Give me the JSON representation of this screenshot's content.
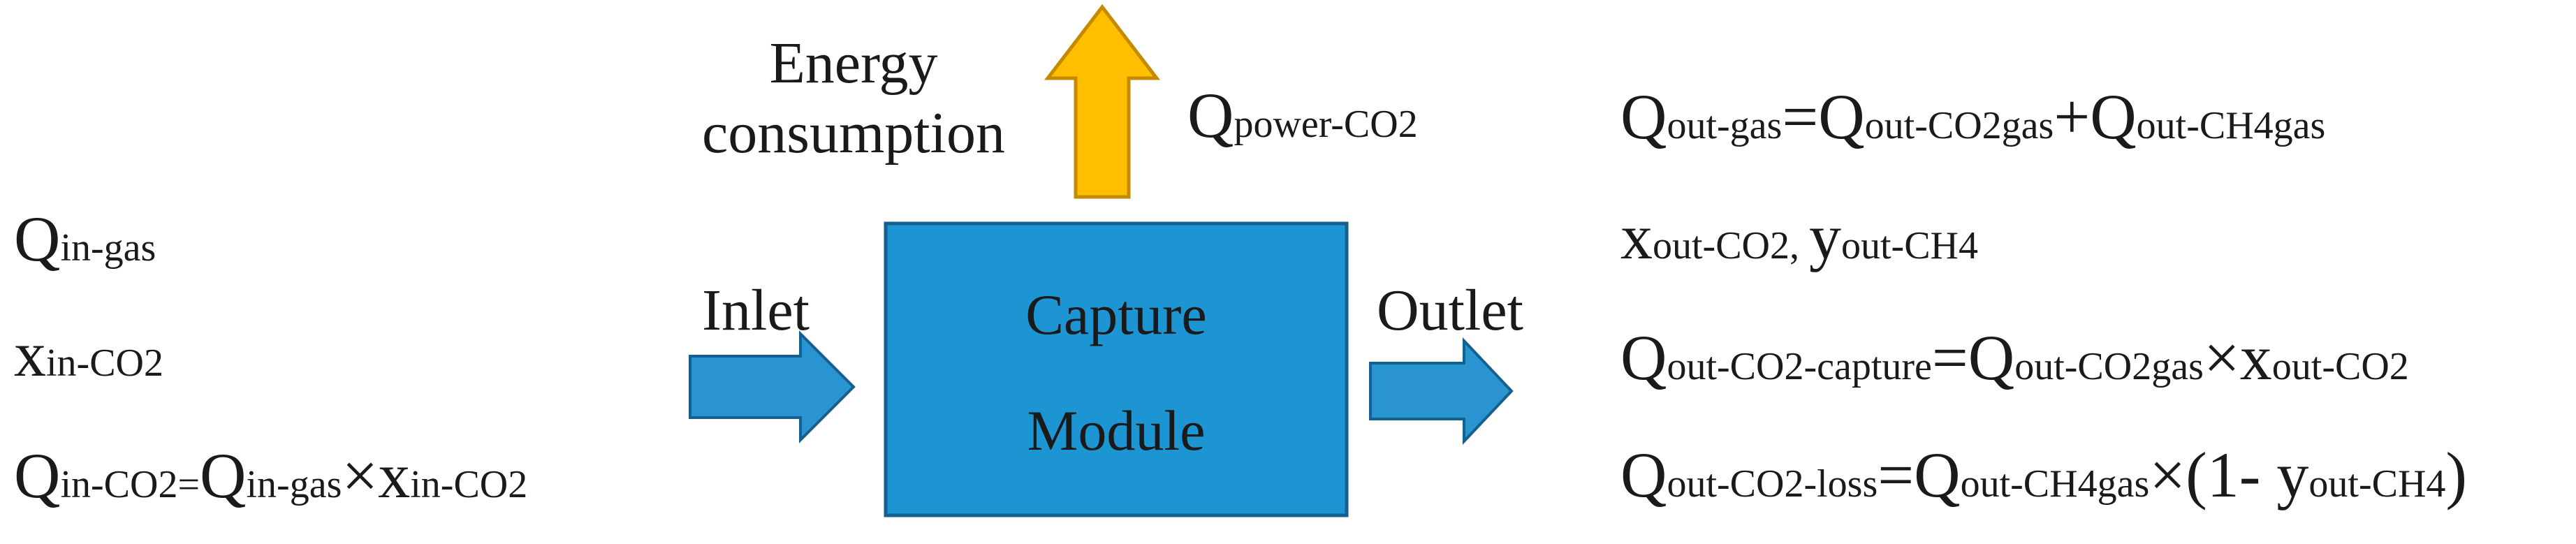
{
  "colors": {
    "module_fill": "#1E95D3",
    "module_stroke": "#16608F",
    "arrow_blue": "#2A94D0",
    "arrow_orange": "#FFBE00",
    "arrow_orange_stroke": "#C48A00",
    "text": "#1a1a1a"
  },
  "energy": {
    "label_line1": "Energy",
    "label_line2": "consumption",
    "q": "Q",
    "sub": "power-CO2"
  },
  "module": {
    "line1": "Capture",
    "line2": "Module"
  },
  "inlet_label": "Inlet",
  "outlet_label": "Outlet",
  "inputs": {
    "qin_gas": {
      "q": "Q",
      "sub": "in-gas"
    },
    "xin_co2": {
      "x": "x",
      "sub": "in-CO2"
    },
    "qin_co2": {
      "q1": "Q",
      "sub1": "in-CO2=",
      "q2": "Q",
      "sub2": "in-gas",
      "times": "×",
      "x": "x",
      "sub3": "in-CO2"
    }
  },
  "outputs": {
    "qout_gas": {
      "q1": "Q",
      "sub1": "out-gas",
      "eq": "=",
      "q2": "Q",
      "sub2": "out-CO2gas",
      "plus": "+",
      "q3": "Q",
      "sub3": "out-CH4gas"
    },
    "fractions": {
      "x": "x",
      "sub1": "out-CO2",
      "sep": ", ",
      "y": "y",
      "sub2": "out-CH4"
    },
    "capture": {
      "q1": "Q",
      "sub1": "out-CO2-capture",
      "eq": "=",
      "q2": "Q",
      "sub2": "out-CO2gas",
      "times": "×",
      "x": "x",
      "sub3": "out-CO2"
    },
    "loss": {
      "q1": "Q",
      "sub1": "out-CO2-loss",
      "eq": "=",
      "q2": "Q",
      "sub2": "out-CH4gas",
      "times": "×",
      "open": "(1- ",
      "y": "y",
      "sub3": "out-CH4",
      "close": ")"
    }
  }
}
